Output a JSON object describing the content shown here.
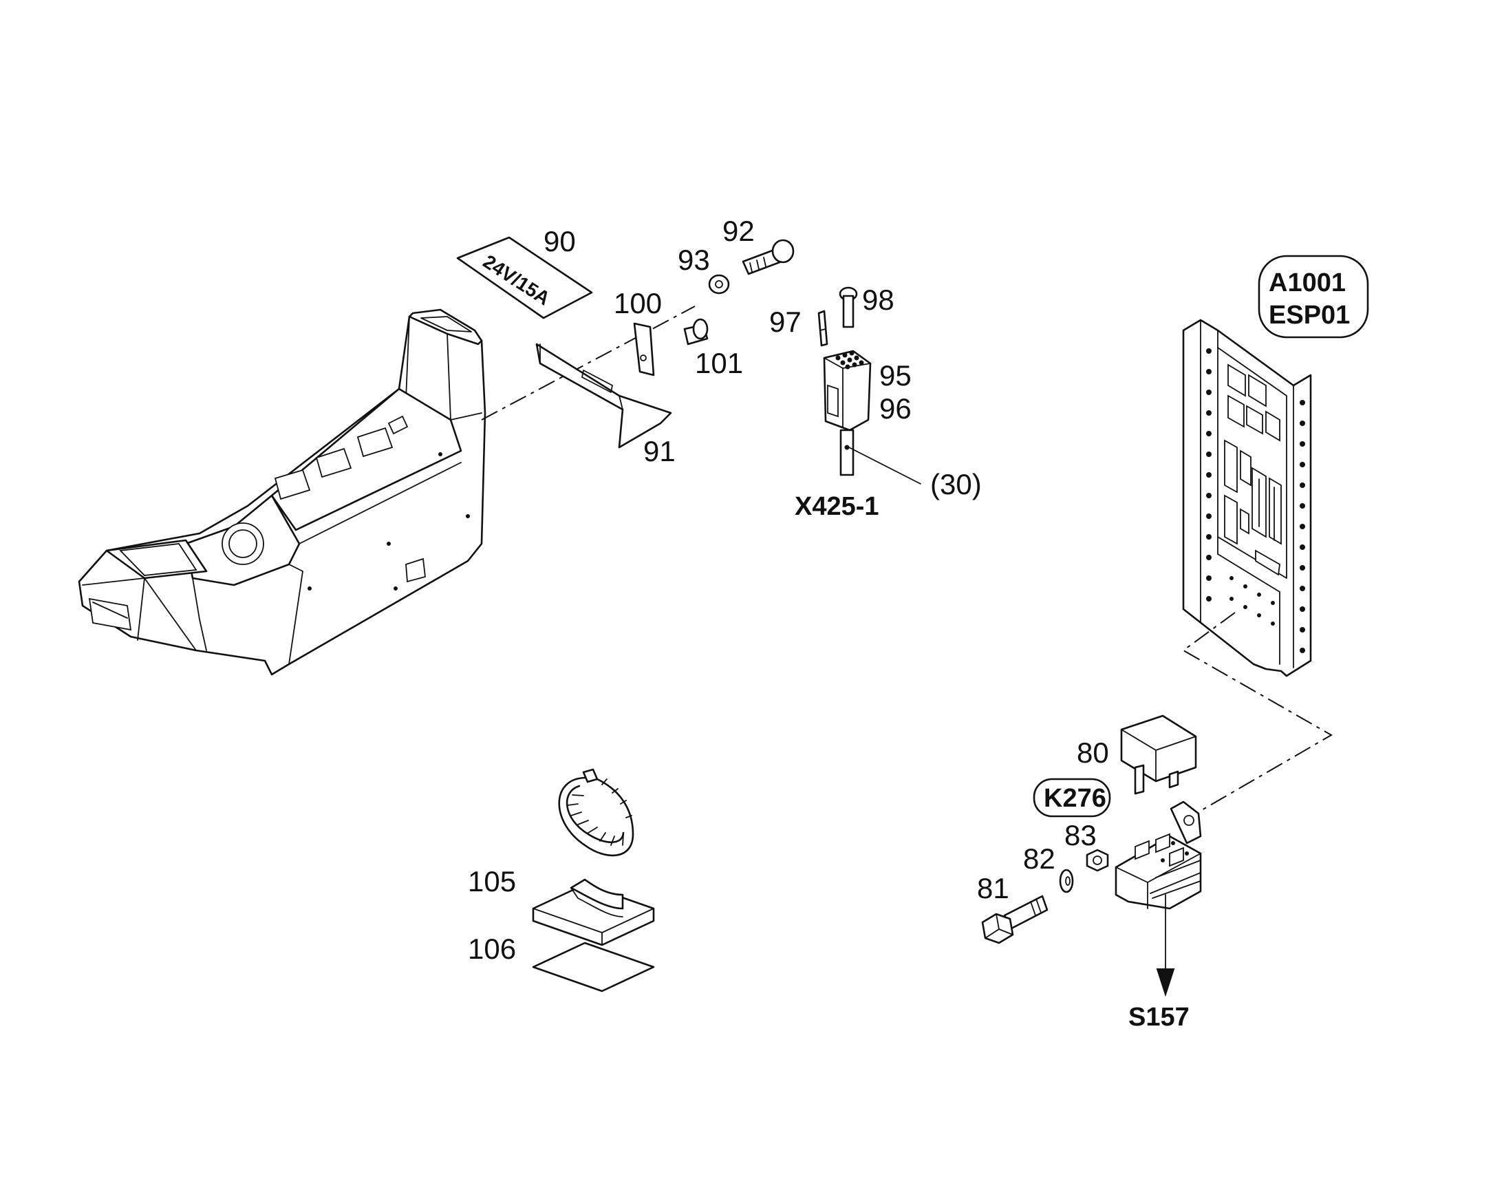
{
  "labels": {
    "p90": "90",
    "plate_text": "24V/15A",
    "p92": "92",
    "p93": "93",
    "p100": "100",
    "p101": "101",
    "p91": "91",
    "p97": "97",
    "p98": "98",
    "p95": "95",
    "p96": "96",
    "p30": "(30)",
    "x425": "X425-1",
    "a1001": "A1001",
    "esp01": "ESP01",
    "p80": "80",
    "k276": "K276",
    "p81": "81",
    "p82": "82",
    "p83": "83",
    "s157": "S157",
    "p105": "105",
    "p106": "106"
  }
}
